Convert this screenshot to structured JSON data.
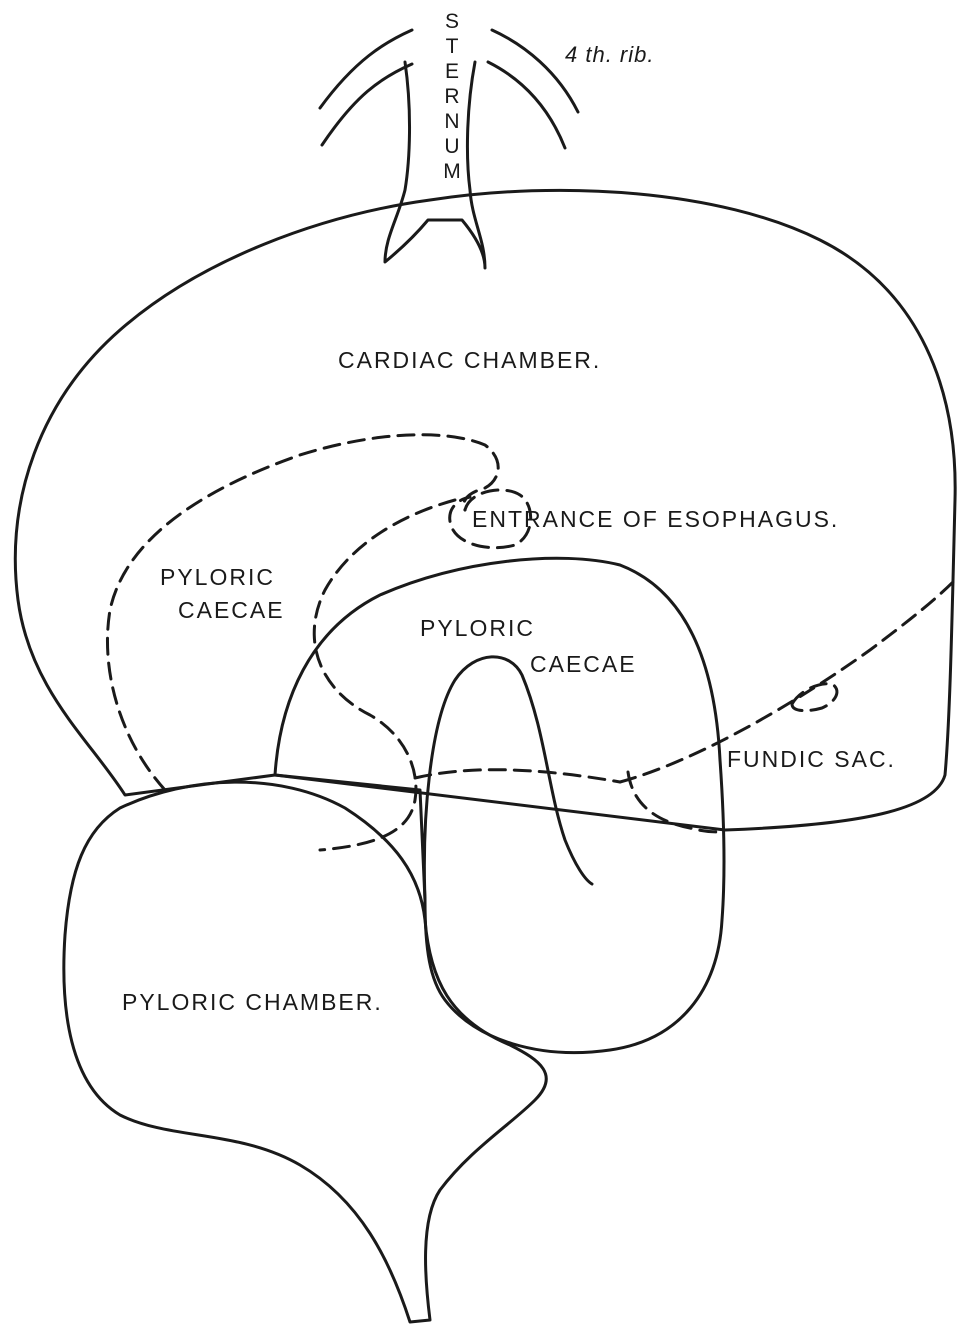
{
  "labels": {
    "sternum": "STERNUM",
    "rib": "4 th. rib.",
    "cardiac_chamber": "CARDIAC CHAMBER.",
    "entrance_esophagus": "ENTRANCE OF ESOPHAGUS.",
    "pyloric_caecae_left_line1": "PYLORIC",
    "pyloric_caecae_left_line2": "CAECAE",
    "pyloric_caecae_center_line1": "PYLORIC",
    "pyloric_caecae_center_line2": "CAECAE",
    "fundic_sac": "FUNDIC SAC.",
    "pyloric_chamber": "PYLORIC CHAMBER."
  },
  "colors": {
    "organ_fill": "#c9c9c9",
    "organ_fill_dark": "#b5b5b5",
    "organ_fill_light": "#dadada",
    "line": "#1a1a1a",
    "background": "#ffffff"
  }
}
